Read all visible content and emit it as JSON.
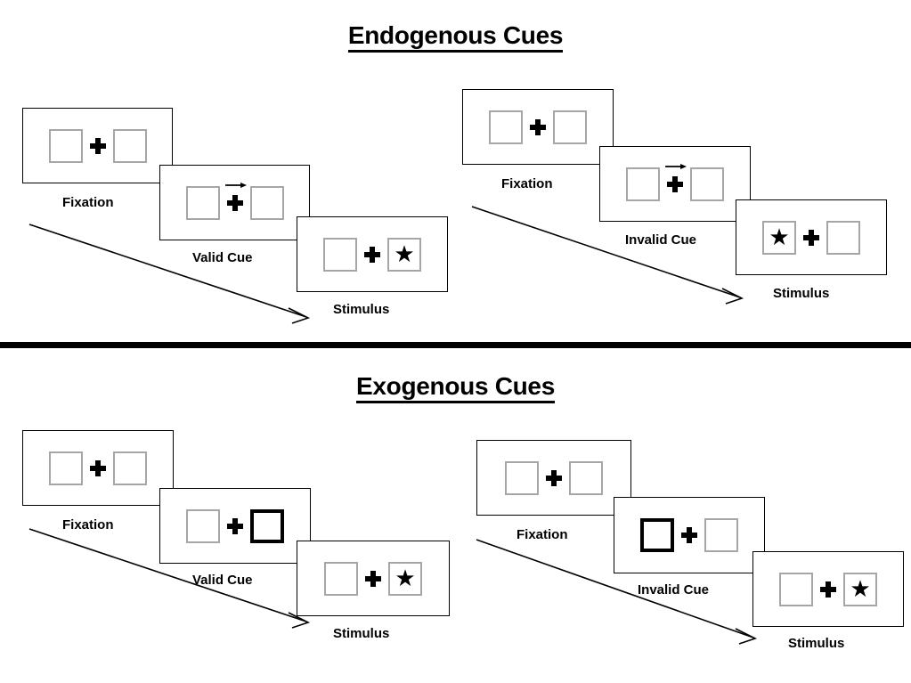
{
  "figure": {
    "title_top": "Endogenous Cues",
    "title_bottom": "Exogenous Cues",
    "divider_color": "#000000",
    "box_border_color": "#a6a6a6",
    "highlight_border_color": "#000000",
    "panel_border_color": "#000000",
    "background_color": "#ffffff"
  },
  "sections": [
    {
      "id": "endogenous",
      "title": "Endogenous Cues",
      "cue_type": "central-arrow",
      "sequences": [
        {
          "id": "endogenous-valid",
          "validity": "valid",
          "panels": [
            {
              "caption": "Fixation",
              "left_box": "empty",
              "right_box": "empty",
              "cue": "none",
              "stimulus_side": "none"
            },
            {
              "caption": "Valid Cue",
              "left_box": "empty",
              "right_box": "empty",
              "cue": "arrow-right",
              "stimulus_side": "none"
            },
            {
              "caption": "Stimulus",
              "left_box": "empty",
              "right_box": "star",
              "cue": "none",
              "stimulus_side": "right"
            }
          ]
        },
        {
          "id": "endogenous-invalid",
          "validity": "invalid",
          "panels": [
            {
              "caption": "Fixation",
              "left_box": "empty",
              "right_box": "empty",
              "cue": "none",
              "stimulus_side": "none"
            },
            {
              "caption": "Invalid Cue",
              "left_box": "empty",
              "right_box": "empty",
              "cue": "arrow-right",
              "stimulus_side": "none"
            },
            {
              "caption": "Stimulus",
              "left_box": "star",
              "right_box": "empty",
              "cue": "none",
              "stimulus_side": "left"
            }
          ]
        }
      ]
    },
    {
      "id": "exogenous",
      "title": "Exogenous Cues",
      "cue_type": "peripheral-box-flash",
      "sequences": [
        {
          "id": "exogenous-valid",
          "validity": "valid",
          "panels": [
            {
              "caption": "Fixation",
              "left_box": "empty",
              "right_box": "empty",
              "cue": "none",
              "stimulus_side": "none"
            },
            {
              "caption": "Valid Cue",
              "left_box": "empty",
              "right_box": "highlight",
              "cue": "highlight-right",
              "stimulus_side": "none"
            },
            {
              "caption": "Stimulus",
              "left_box": "empty",
              "right_box": "star",
              "cue": "none",
              "stimulus_side": "right"
            }
          ]
        },
        {
          "id": "exogenous-invalid",
          "validity": "invalid",
          "panels": [
            {
              "caption": "Fixation",
              "left_box": "empty",
              "right_box": "empty",
              "cue": "none",
              "stimulus_side": "none"
            },
            {
              "caption": "Invalid Cue",
              "left_box": "highlight",
              "right_box": "empty",
              "cue": "highlight-left",
              "stimulus_side": "none"
            },
            {
              "caption": "Stimulus",
              "left_box": "empty",
              "right_box": "star",
              "cue": "none",
              "stimulus_side": "right"
            }
          ]
        }
      ]
    }
  ],
  "captions": {
    "fixation": "Fixation",
    "valid_cue": "Valid Cue",
    "invalid_cue": "Invalid Cue",
    "stimulus": "Stimulus"
  },
  "glyphs": {
    "star": "★",
    "cross": "fixation-cross",
    "cue_arrow": "arrow-right-icon",
    "timeline_arrow": "time-flow-arrow"
  }
}
